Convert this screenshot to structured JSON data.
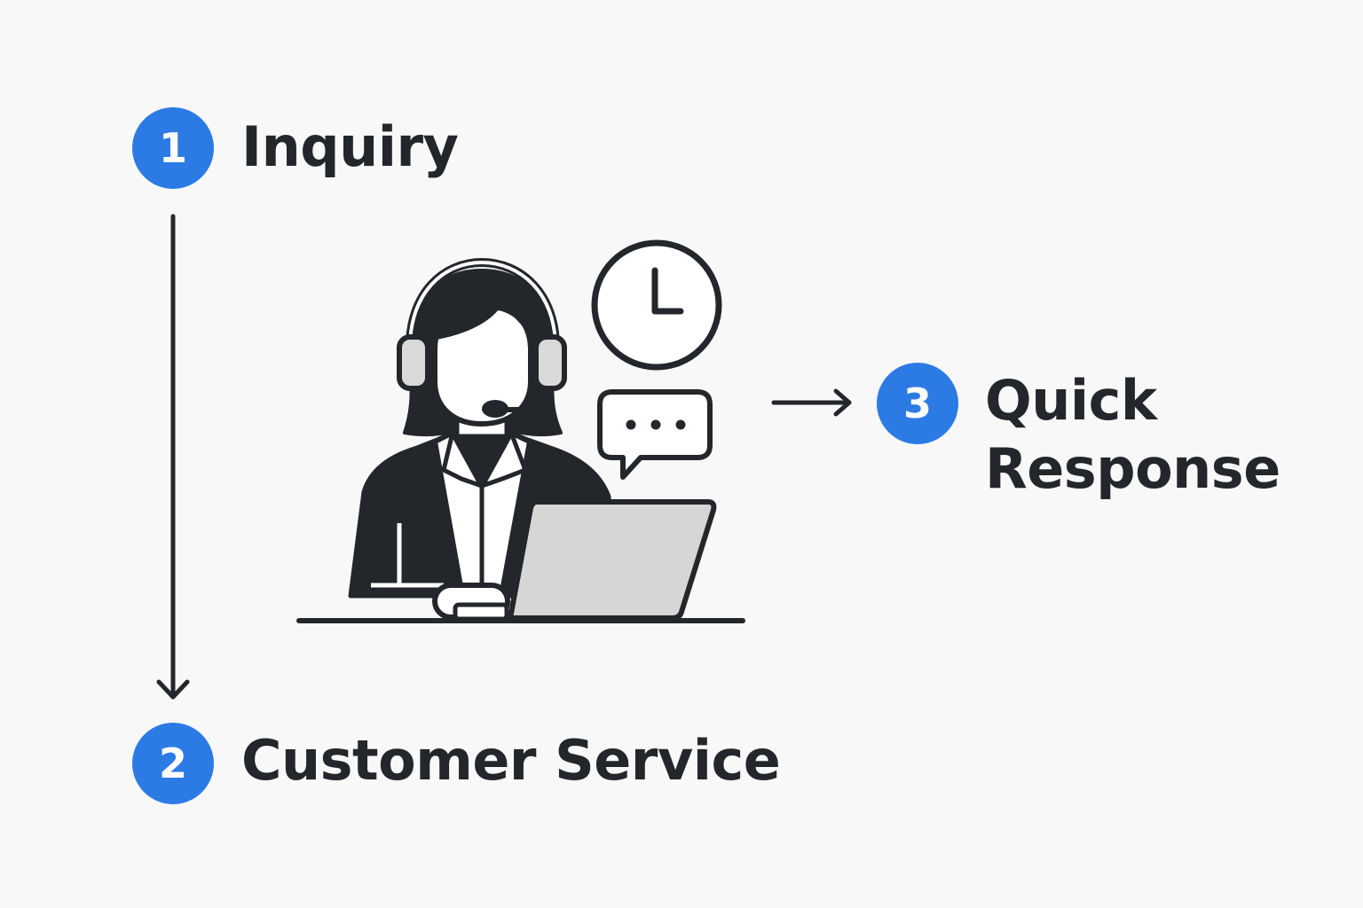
{
  "steps": [
    {
      "number": "1",
      "label": "Inquiry"
    },
    {
      "number": "2",
      "label": "Customer Service"
    },
    {
      "number": "3",
      "label_line1": "Quick",
      "label_line2": "Response"
    }
  ],
  "colors": {
    "background": "#f8f8f8",
    "accent": "#2c7be5",
    "ink": "#23272b",
    "laptop_screen": "#d6d6d6",
    "headset": "#d9d9d9"
  },
  "icons": [
    "customer-service-agent-icon",
    "clock-icon",
    "chat-bubble-icon",
    "laptop-icon",
    "down-arrow",
    "right-arrow"
  ]
}
